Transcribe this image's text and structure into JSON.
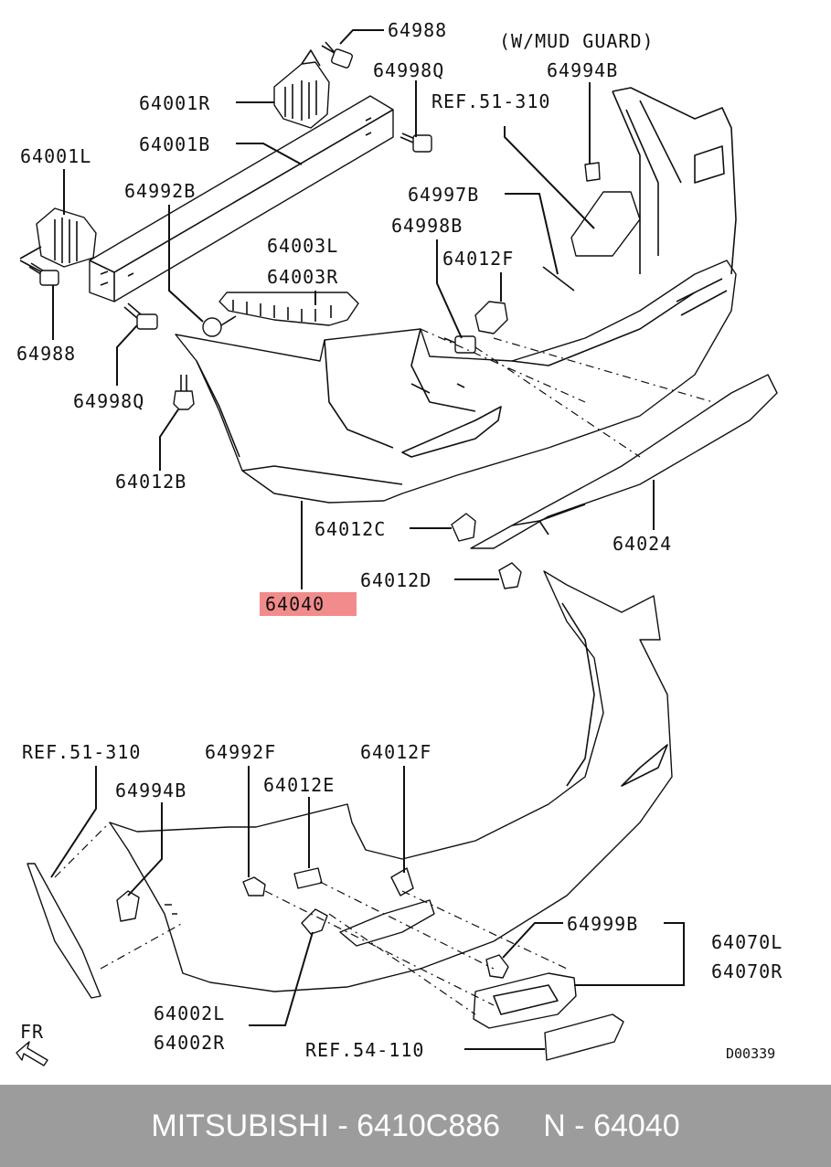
{
  "labels": {
    "p64988_top": "64988",
    "mud_guard": "(W/MUD GUARD)",
    "p64998Q_top": "64998Q",
    "p64994B_top": "64994B",
    "p64001R": "64001R",
    "ref51310_top": "REF.51-310",
    "p64001B": "64001B",
    "p64001L": "64001L",
    "p64992B": "64992B",
    "p64997B": "64997B",
    "p64998B": "64998B",
    "p64003L": "64003L",
    "p64003R": "64003R",
    "p64012F_top": "64012F",
    "p64988_left": "64988",
    "p64998Q_left": "64998Q",
    "p64012B": "64012B",
    "p64012C": "64012C",
    "p64024": "64024",
    "p64012D": "64012D",
    "p64040": "64040",
    "ref51310_bottom": "REF.51-310",
    "p64992F": "64992F",
    "p64012F_bottom": "64012F",
    "p64012E": "64012E",
    "p64994B_bottom": "64994B",
    "p64999B": "64999B",
    "p64070L": "64070L",
    "p64070R": "64070R",
    "p64002L": "64002L",
    "p64002R": "64002R",
    "ref54110": "REF.54-110",
    "fr": "FR",
    "diagram_code": "D00339"
  },
  "highlight_color": "#f28b8b",
  "footer": {
    "text": "MITSUBISHI - 6410C886     N - 64040"
  }
}
